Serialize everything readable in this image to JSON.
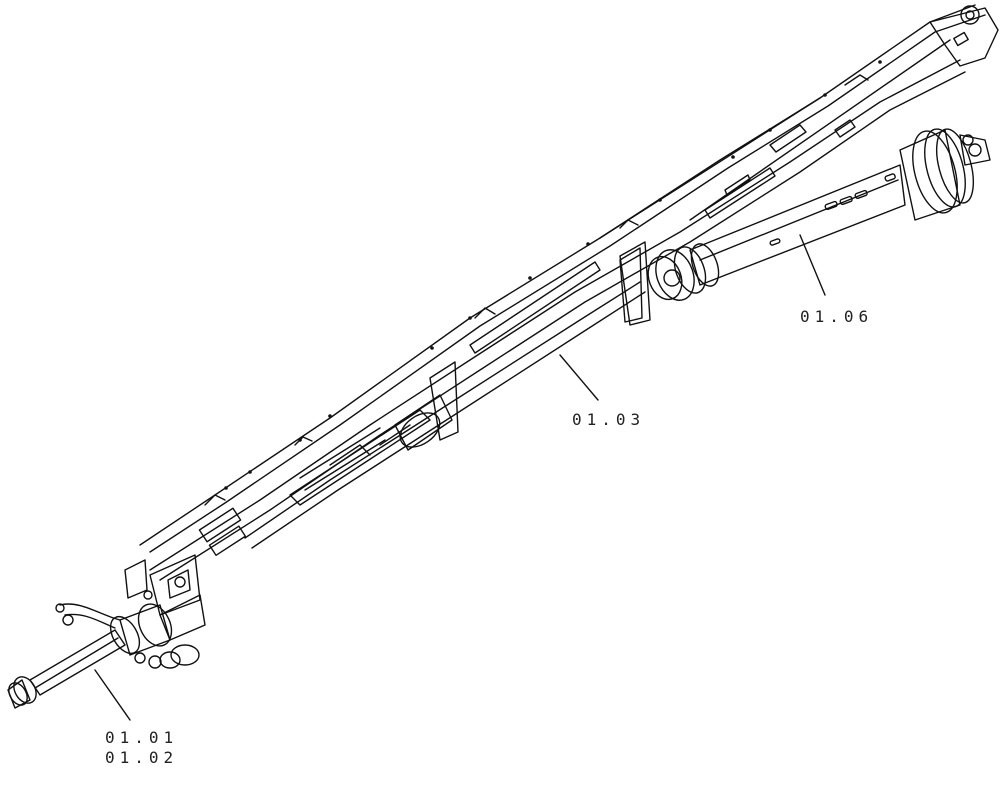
{
  "callouts": [
    {
      "id": "c1",
      "lines": [
        "01.06"
      ]
    },
    {
      "id": "c2",
      "lines": [
        "01.03"
      ]
    },
    {
      "id": "c3",
      "lines": [
        "01.01",
        "01.02"
      ]
    }
  ]
}
